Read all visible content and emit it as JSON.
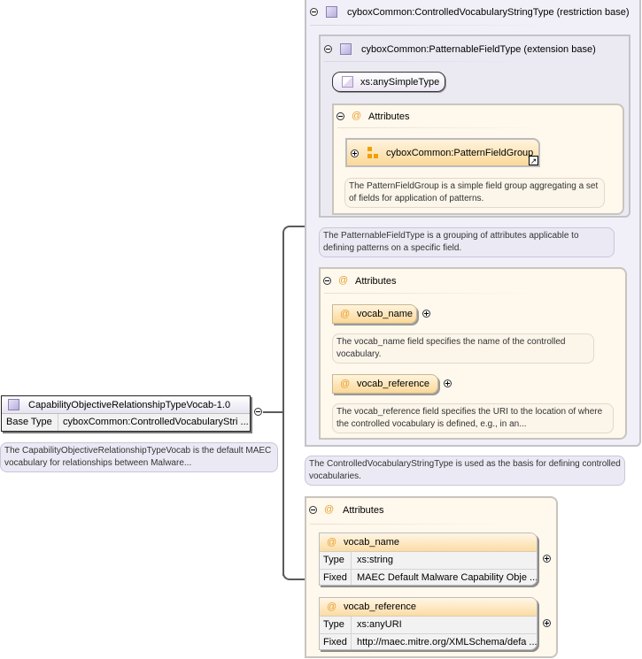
{
  "root": {
    "name": "CapabilityObjectiveRelationshipTypeVocab-1.0",
    "base_type_label": "Base Type",
    "base_type_value": "cyboxCommon:ControlledVocabularyStri ...",
    "doc": "The CapabilityObjectiveRelationshipTypeVocab is the default MAEC vocabulary for relationships between Malware..."
  },
  "restriction": {
    "title": "cyboxCommon:ControlledVocabularyStringType (restriction base)",
    "doc": "The ControlledVocabularyStringType is used as the basis for defining controlled vocabularies.",
    "extension": {
      "title": "cyboxCommon:PatternableFieldType (extension base)",
      "simple_type": "xs:anySimpleType",
      "attributes_label": "Attributes",
      "group": {
        "name": "cyboxCommon:PatternFieldGroup",
        "doc": "The PatternFieldGroup is a simple field group aggregating a set of fields for application of patterns."
      },
      "doc": "The PatternableFieldType is a grouping of attributes applicable to defining patterns on a specific field."
    },
    "attributes": {
      "label": "Attributes",
      "items": [
        {
          "name": "vocab_name",
          "doc": "The vocab_name field specifies the name of the controlled vocabulary."
        },
        {
          "name": "vocab_reference",
          "doc": "The vocab_reference field specifies the URI to the location of where the controlled vocabulary is defined, e.g., in an..."
        }
      ]
    }
  },
  "attributes": {
    "label": "Attributes",
    "items": [
      {
        "name": "vocab_name",
        "type_label": "Type",
        "type": "xs:string",
        "fixed_label": "Fixed",
        "fixed": "MAEC Default Malware Capability Obje ..."
      },
      {
        "name": "vocab_reference",
        "type_label": "Type",
        "type": "xs:anyURI",
        "fixed_label": "Fixed",
        "fixed": "http://maec.mitre.org/XMLSchema/defa ..."
      }
    ]
  },
  "icons": {
    "at": "@"
  }
}
